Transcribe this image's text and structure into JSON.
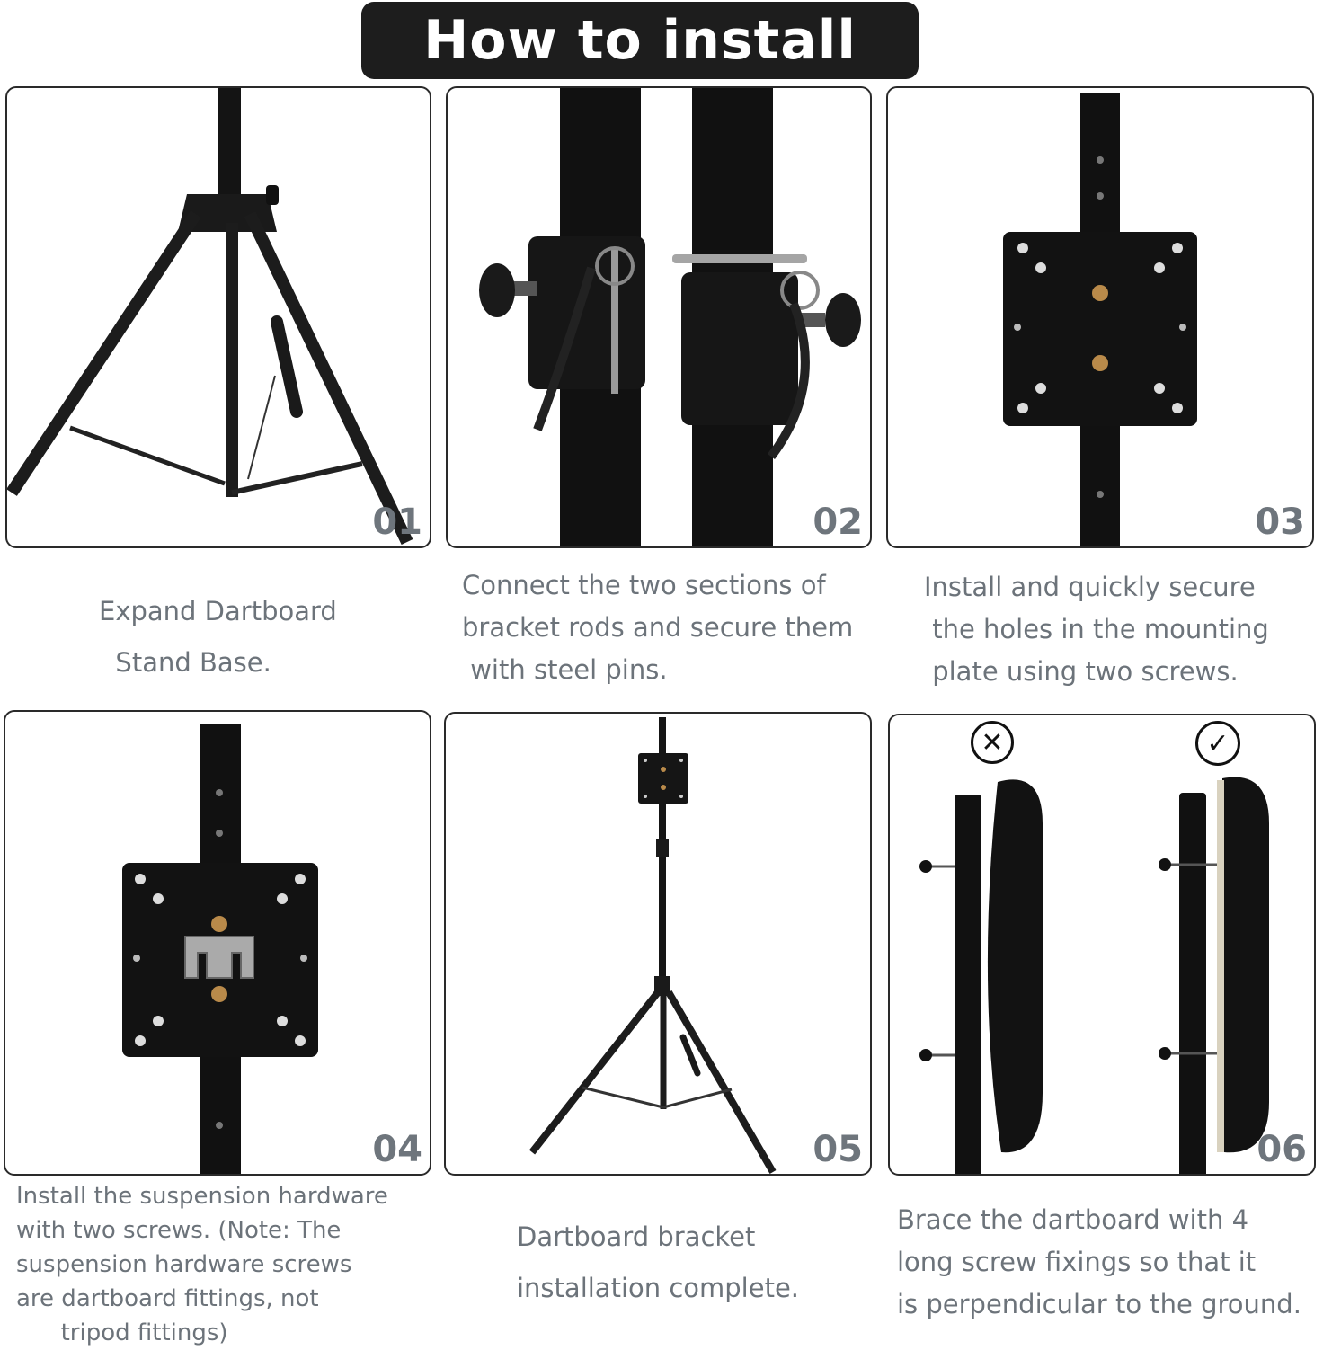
{
  "header": {
    "title": "How to install"
  },
  "steps": [
    {
      "num": "01",
      "caption": "Expand Dartboard\n  Stand Base."
    },
    {
      "num": "02",
      "caption": "Connect the two sections of\nbracket rods and secure them\n with steel pins."
    },
    {
      "num": "03",
      "caption": "Install and quickly secure\n the holes in the mounting\n plate using two screws."
    },
    {
      "num": "04",
      "caption": "Install the suspension hardware\nwith two screws. (Note: The\nsuspension hardware screws\nare dartboard fittings, not\n      tripod fittings)"
    },
    {
      "num": "05",
      "caption": "Dartboard bracket\ninstallation complete."
    },
    {
      "num": "06",
      "caption": "Brace the dartboard with 4\nlong screw fixings so that it\nis perpendicular to the ground."
    }
  ],
  "colors": {
    "title_bg": "#1d1d1d",
    "caption_text": "#6c737a",
    "step_number": "#6e757c",
    "hardware": "#121212"
  },
  "icons": {
    "wrong": "cross-circle-icon",
    "right": "check-circle-icon"
  }
}
